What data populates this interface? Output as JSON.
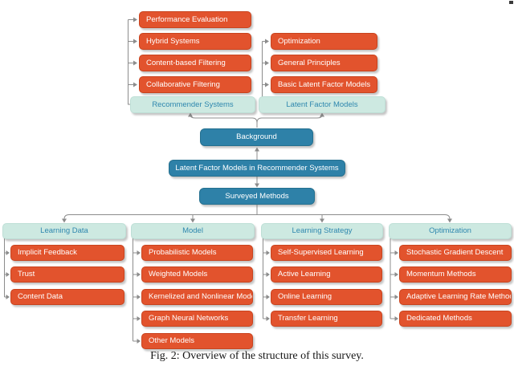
{
  "diagram": {
    "top_left_group": {
      "header": "Recommender Systems",
      "items": [
        "Performance Evaluation",
        "Hybrid Systems",
        "Content-based Filtering",
        "Collaborative Filtering"
      ]
    },
    "top_right_group": {
      "header": "Latent Factor Models",
      "items": [
        "Optimization",
        "General Principles",
        "Basic Latent Factor Models"
      ]
    },
    "center_nodes": {
      "background": "Background",
      "main": "Latent Factor Models in Recommender Systems",
      "surveyed": "Surveyed Methods"
    },
    "columns": [
      {
        "header": "Learning Data",
        "items": [
          "Implicit Feedback",
          "Trust",
          "Content Data"
        ]
      },
      {
        "header": "Model",
        "items": [
          "Probabilistic Models",
          "Weighted Models",
          "Kernelized and Nonlinear Models",
          "Graph Neural Networks",
          "Other Models"
        ]
      },
      {
        "header": "Learning Strategy",
        "items": [
          "Self-Supervised Learning",
          "Active Learning",
          "Online Learning",
          "Transfer Learning"
        ]
      },
      {
        "header": "Optimization",
        "items": [
          "Stochastic Gradient Descent",
          "Momentum Methods",
          "Adaptive Learning Rate Methods",
          "Dedicated Methods"
        ]
      }
    ],
    "caption": "Fig. 2: Overview of the structure of this survey.",
    "colors": {
      "topic_box": "#E2532D",
      "level_box": "#2E81A8",
      "category_box": "#CDE9E1",
      "category_text": "#2E87AE",
      "connector": "#8C8C8C"
    }
  }
}
